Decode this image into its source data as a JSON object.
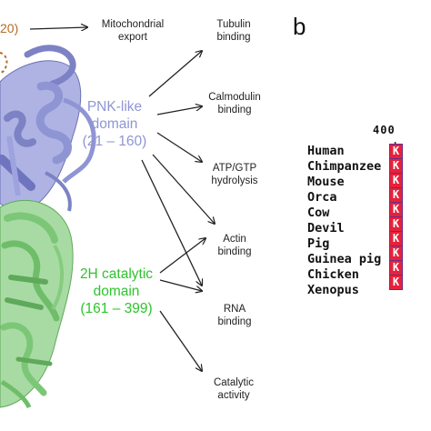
{
  "left_fragment": {
    "text": "20)"
  },
  "domains": {
    "pnk": {
      "line1": "PNK-like",
      "line2": "domain",
      "line3": "(21 – 160)",
      "color": "#8f95d3"
    },
    "twoh": {
      "line1": "2H catalytic",
      "line2": "domain",
      "line3": "(161 – 399)",
      "color": "#2ec42e"
    }
  },
  "functions": {
    "mito": {
      "line1": "Mitochondrial",
      "line2": "export"
    },
    "tubulin": {
      "line1": "Tubulin",
      "line2": "binding"
    },
    "calmodulin": {
      "line1": "Calmodulin",
      "line2": "binding"
    },
    "atp": {
      "line1": "ATP/GTP",
      "line2": "hydrolysis"
    },
    "actin": {
      "line1": "Actin",
      "line2": "binding"
    },
    "rna": {
      "line1": "RNA",
      "line2": "binding"
    },
    "catalytic": {
      "line1": "Catalytic",
      "line2": "activity"
    }
  },
  "panel_b": {
    "letter": "b",
    "position_label": "400",
    "position_marker": ".",
    "species": [
      "Human",
      "Chimpanzee",
      "Mouse",
      "Orca",
      "Cow",
      "Devil",
      "Pig",
      "Guinea pig",
      "Chicken",
      "Xenopus"
    ],
    "residues": [
      "K",
      "K",
      "K",
      "K",
      "K",
      "K",
      "K",
      "K",
      "K",
      "K"
    ]
  },
  "colors": {
    "brown_accent": "#b86a24",
    "purple_structure": "#9fa4dc",
    "green_structure": "#9ed49a",
    "residue_red": "#e8213a",
    "residue_border": "#6b2a86"
  }
}
